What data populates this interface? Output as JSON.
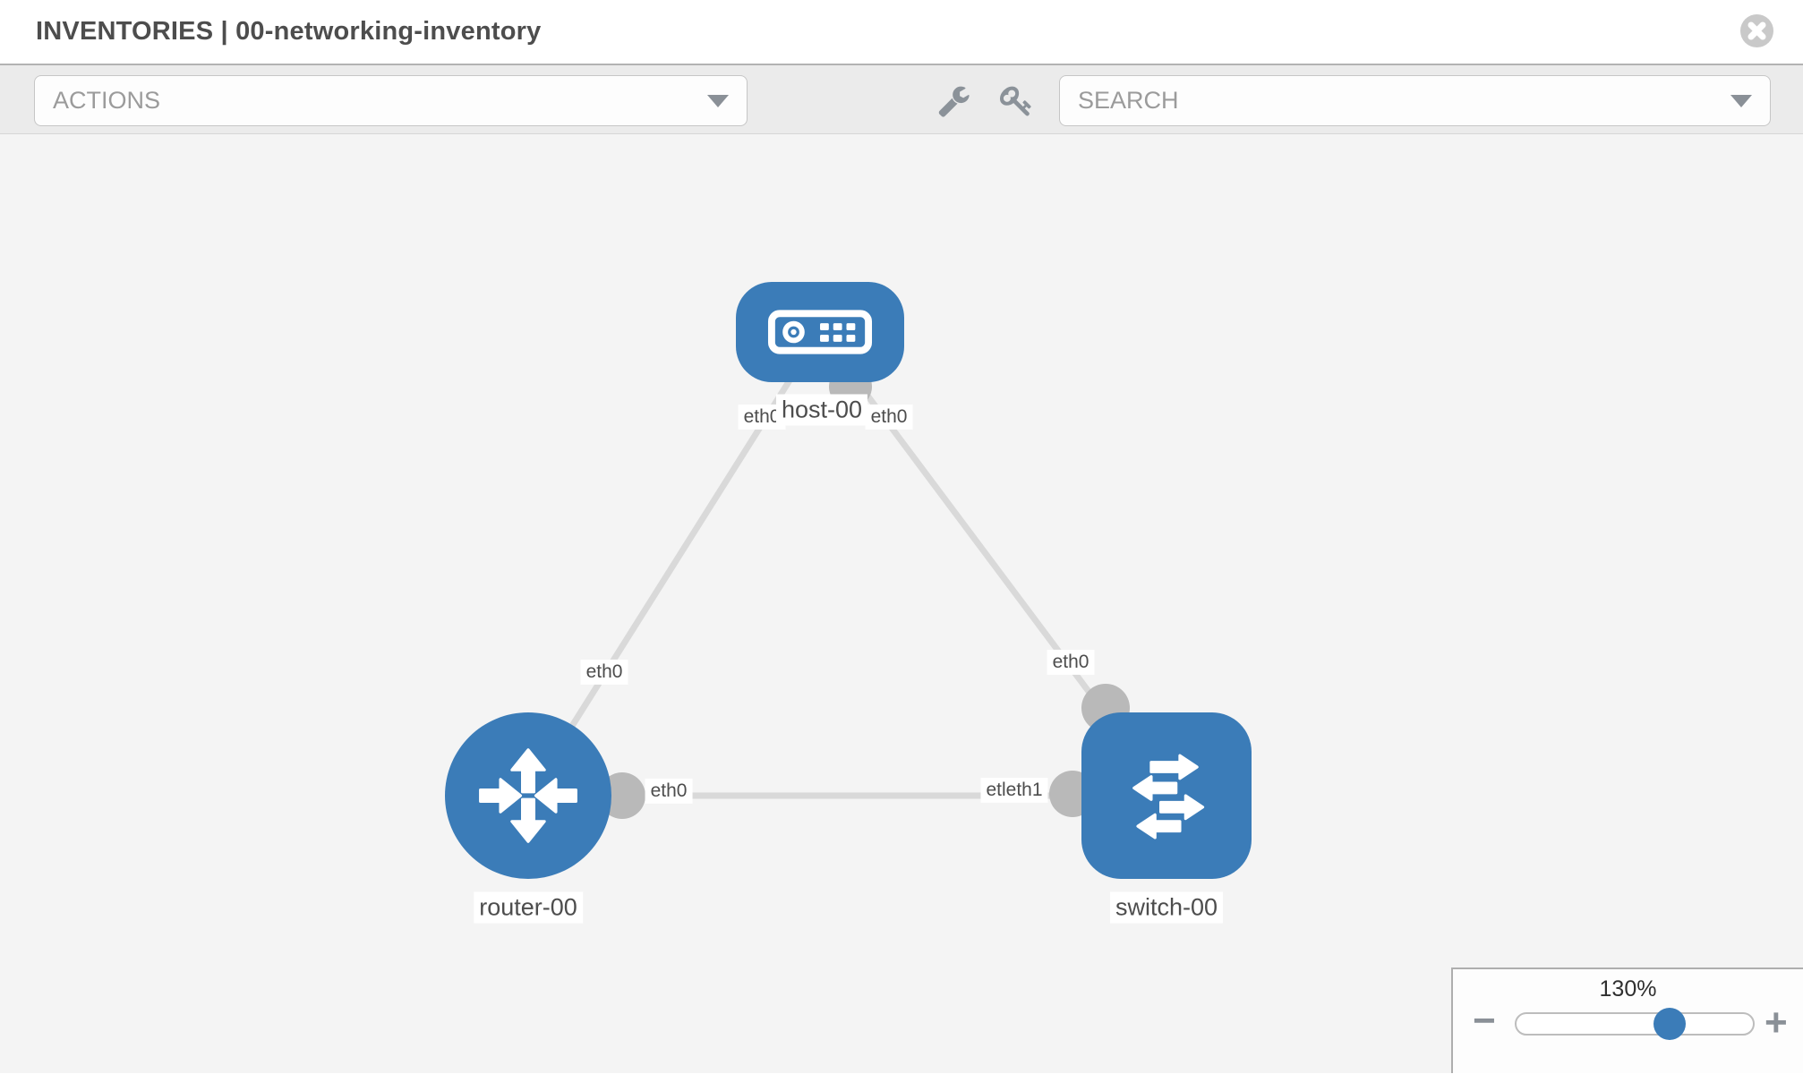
{
  "header": {
    "title": "INVENTORIES | 00-networking-inventory"
  },
  "toolbar": {
    "actions_label": "ACTIONS",
    "search_label": "SEARCH",
    "icons": [
      "wrench-icon",
      "key-icon"
    ]
  },
  "graph": {
    "nodes": [
      {
        "id": "host-00",
        "type": "host",
        "label": "host-00"
      },
      {
        "id": "router-00",
        "type": "router",
        "label": "router-00"
      },
      {
        "id": "switch-00",
        "type": "switch",
        "label": "switch-00"
      }
    ],
    "links": [
      {
        "source": "host-00",
        "target": "router-00",
        "source_label": "eth0",
        "target_label": "eth0"
      },
      {
        "source": "host-00",
        "target": "switch-00",
        "source_label": "eth0",
        "target_label": "eth0"
      },
      {
        "source": "router-00",
        "target": "switch-00",
        "source_label": "eth0",
        "target_label": "etleth1"
      }
    ],
    "iface_labels": [
      "eth0",
      "eth0",
      "eth0",
      "eth0",
      "eth0",
      "etleth1"
    ]
  },
  "zoom_control": {
    "level": "130%",
    "minus_label": "−",
    "plus_label": "+"
  },
  "colors": {
    "node_blue": "#3b7cb8",
    "link_gray": "#d9d9d9",
    "connector_gray": "#b9b9b9",
    "canvas_bg": "#f4f4f4",
    "toolbar_bg": "#ebebeb",
    "icon_gray": "#8b9299"
  }
}
